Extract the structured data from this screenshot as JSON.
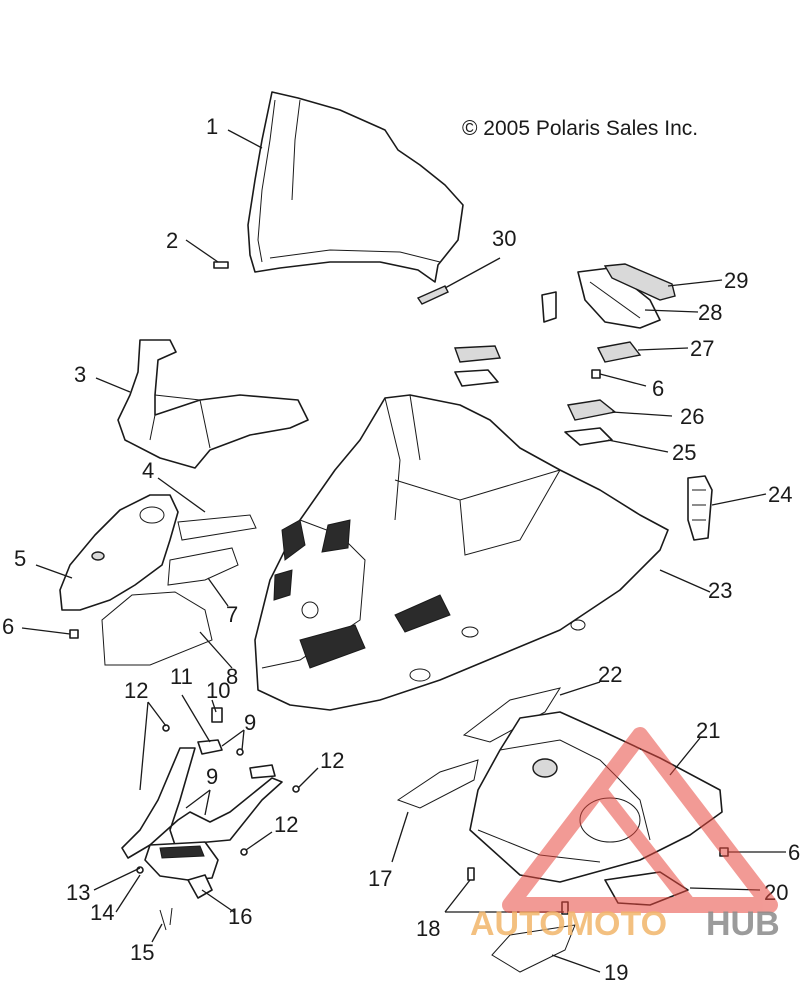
{
  "copyright": "© 2005 Polaris Sales Inc.",
  "callouts": [
    "1",
    "2",
    "3",
    "4",
    "5",
    "6",
    "7",
    "8",
    "9",
    "10",
    "11",
    "12",
    "13",
    "14",
    "15",
    "16",
    "17",
    "18",
    "19",
    "20",
    "21",
    "22",
    "23",
    "24",
    "25",
    "26",
    "27",
    "28",
    "29",
    "30"
  ],
  "watermark": {
    "brand_part1": "AUTOMOTO",
    "brand_part2": "HUB",
    "logo_color": "#e8493f",
    "text_color": "#f2b66b"
  }
}
